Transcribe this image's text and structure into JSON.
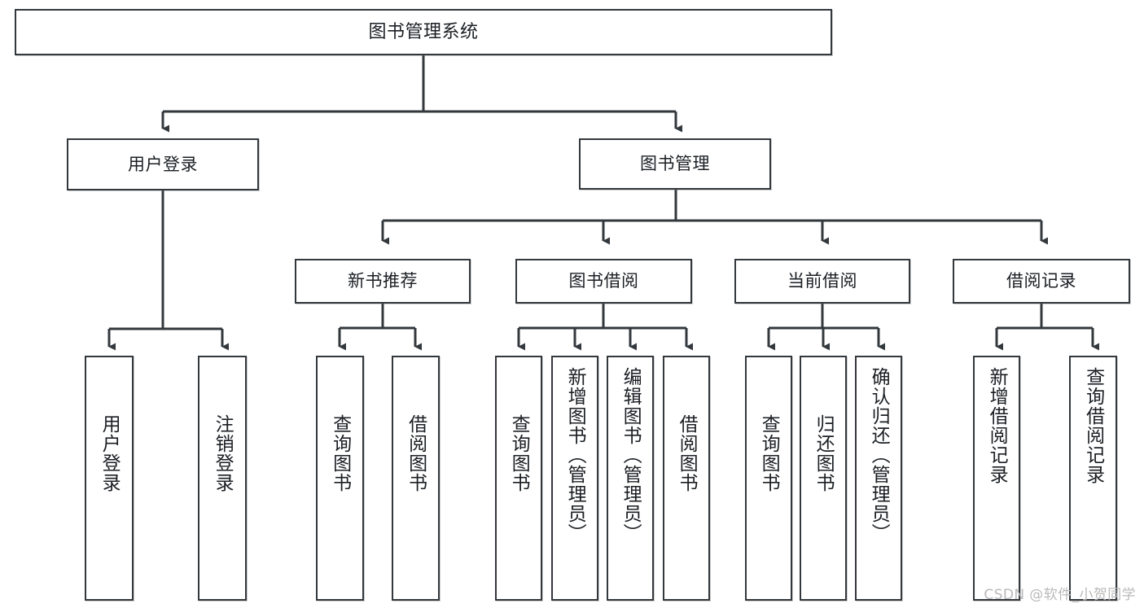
{
  "diagram": {
    "title": "图书管理系统",
    "type": "hierarchy-tree",
    "orientation": "top-down",
    "line_color": "#33383d",
    "box_fill": "#ffffff",
    "text_color": "#1b1f23",
    "levels": 4
  },
  "root": {
    "label": "图书管理系统"
  },
  "level2": [
    {
      "label": "用户登录"
    },
    {
      "label": "图书管理"
    }
  ],
  "level3": [
    {
      "label": "新书推荐"
    },
    {
      "label": "图书借阅"
    },
    {
      "label": "当前借阅"
    },
    {
      "label": "借阅记录"
    }
  ],
  "leaves": {
    "user_login": [
      {
        "label": "用户登录"
      },
      {
        "label": "注销登录"
      }
    ],
    "new_book_recommend": [
      {
        "label": "查询图书"
      },
      {
        "label": "借阅图书"
      }
    ],
    "book_borrow": [
      {
        "label": "查询图书"
      },
      {
        "label": "新增图书（管理员）"
      },
      {
        "label": "编辑图书（管理员）"
      },
      {
        "label": "借阅图书"
      }
    ],
    "current_borrow": [
      {
        "label": "查询图书"
      },
      {
        "label": "归还图书"
      },
      {
        "label": "确认归还（管理员）"
      }
    ],
    "borrow_records": [
      {
        "label": "新增借阅记录"
      },
      {
        "label": "查询借阅记录"
      }
    ]
  },
  "watermark": {
    "text": "CSDN @软件_小贺同学"
  }
}
